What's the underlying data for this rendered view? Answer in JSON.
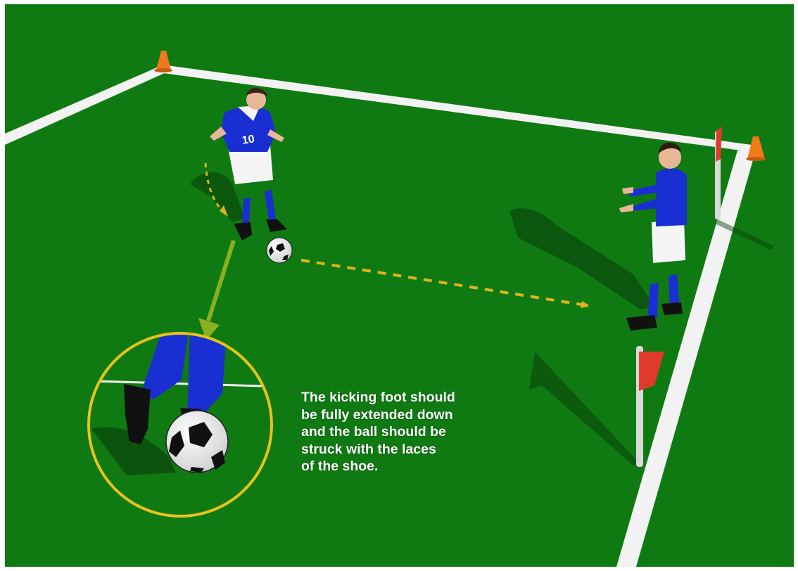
{
  "caption": {
    "lines": [
      "The kicking foot should",
      "be fully extended down",
      "and the ball should be",
      "struck with the laces",
      "of the shoe."
    ]
  },
  "player_left": {
    "jersey_number": "10"
  },
  "colors": {
    "grass": "#0f7a12",
    "grass_dark": "#0b6a0e",
    "line": "#f2f2f2",
    "jersey": "#1a2fd1",
    "shorts": "#f5f5f5",
    "cone": "#f07a1a",
    "pass_arrow": "#e0b21e",
    "detail_ring": "#e8c21a",
    "pointer_arrow": "#8ab020",
    "shadow": "#0a3a0a"
  },
  "icons": [
    "cone-icon",
    "corner-flag-icon",
    "soccer-ball-icon",
    "player-figure",
    "pass-arrow-icon",
    "pointer-arrow-icon"
  ]
}
